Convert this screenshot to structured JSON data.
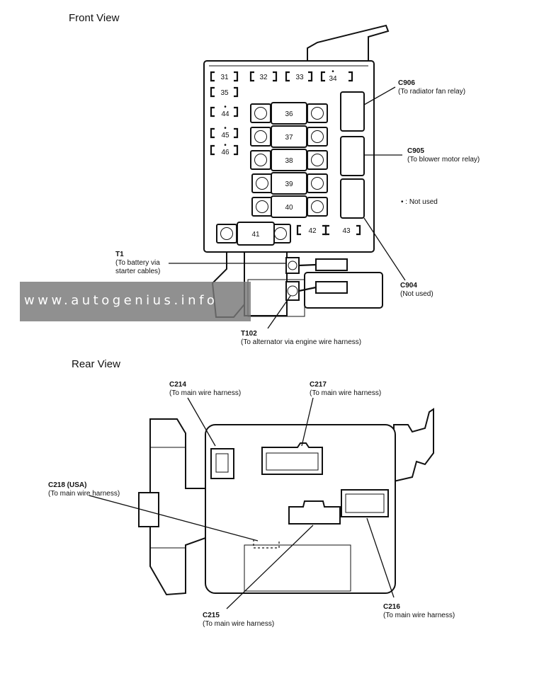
{
  "front_view": {
    "title": "Front View",
    "small_fuses": [
      {
        "id": "f31",
        "label": "31"
      },
      {
        "id": "f32",
        "label": "32"
      },
      {
        "id": "f33",
        "label": "33"
      },
      {
        "id": "f34",
        "label": "34",
        "not_used": true
      },
      {
        "id": "f35",
        "label": "35"
      },
      {
        "id": "f44",
        "label": "44",
        "not_used": true
      },
      {
        "id": "f45",
        "label": "45",
        "not_used": true
      },
      {
        "id": "f46",
        "label": "46",
        "not_used": true
      },
      {
        "id": "f42",
        "label": "42"
      },
      {
        "id": "f43",
        "label": "43"
      }
    ],
    "large_fuses": [
      {
        "id": "f36",
        "label": "36"
      },
      {
        "id": "f37",
        "label": "37"
      },
      {
        "id": "f38",
        "label": "38"
      },
      {
        "id": "f39",
        "label": "39"
      },
      {
        "id": "f40",
        "label": "40"
      },
      {
        "id": "f41",
        "label": "41"
      }
    ],
    "not_used_marker": "•",
    "legend": "• : Not used",
    "callouts": {
      "c906": {
        "name": "C906",
        "desc": "(To radiator fan relay)"
      },
      "c905": {
        "name": "C905",
        "desc": "(To blower motor relay)"
      },
      "c904": {
        "name": "C904",
        "desc": "(Not used)"
      },
      "t1": {
        "name": "T1",
        "desc_line1": "(To battery via",
        "desc_line2": "starter cables)"
      },
      "t102": {
        "name": "T102",
        "desc": "(To alternator via engine wire harness)"
      }
    }
  },
  "rear_view": {
    "title": "Rear View",
    "callouts": {
      "c214": {
        "name": "C214",
        "desc": "(To main wire harness)"
      },
      "c217": {
        "name": "C217",
        "desc": "(To main wire harness)"
      },
      "c218": {
        "name": "C218 (USA)",
        "desc": "(To main wire harness)"
      },
      "c215": {
        "name": "C215",
        "desc": "(To main wire harness)"
      },
      "c216": {
        "name": "C216",
        "desc": "(To main wire harness)"
      }
    }
  },
  "watermark": "www.autogenius.info"
}
